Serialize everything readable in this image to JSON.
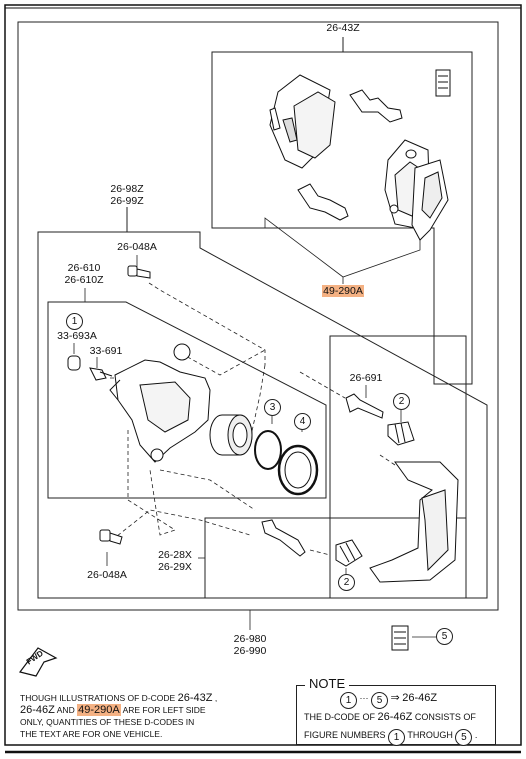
{
  "labels": {
    "kit_top": "26-43Z",
    "caliper_asm_1": "26-98Z",
    "caliper_asm_2": "26-99Z",
    "bolt_upper": "26-048A",
    "caliper_body_1": "26-610",
    "caliper_body_2": "26-610Z",
    "bleeder_cap": "33-693A",
    "bleeder_screw": "33-691",
    "guide_pin": "26-691",
    "pad_kit": "49-290A",
    "bracket_1": "26-28X",
    "bracket_2": "26-29X",
    "bolt_lower": "26-048A",
    "bottom_1": "26-980",
    "bottom_2": "26-990"
  },
  "callouts": {
    "c1": "1",
    "c2a": "2",
    "c2b": "2",
    "c3": "3",
    "c4": "4",
    "c5": "5"
  },
  "fwd": "FWD",
  "footnote": {
    "l1a": "THOUGH ILLUSTRATIONS OF D-CODE",
    "l1b": "26-43Z",
    "l1c": ",",
    "l2a": "26-46Z",
    "l2b": "AND",
    "l2c": "49-290A",
    "l2d": "ARE FOR LEFT SIDE",
    "l3": "ONLY, QUANTITIES OF THESE D-CODES IN",
    "l4": "THE TEXT ARE FOR ONE VEHICLE."
  },
  "note": {
    "title": "NOTE",
    "from": "1",
    "dots": "···",
    "to": "5",
    "arrow": "⇒",
    "code": "26-46Z",
    "l2a": "THE D-CODE OF",
    "l2b": "26-46Z",
    "l2c": "CONSISTS OF",
    "l3a": "FIGURE NUMBERS",
    "l3b": "1",
    "l3c": "THROUGH",
    "l3d": "5",
    "l3e": "."
  },
  "colors": {
    "highlight": "#f4b183",
    "line": "#222222"
  }
}
